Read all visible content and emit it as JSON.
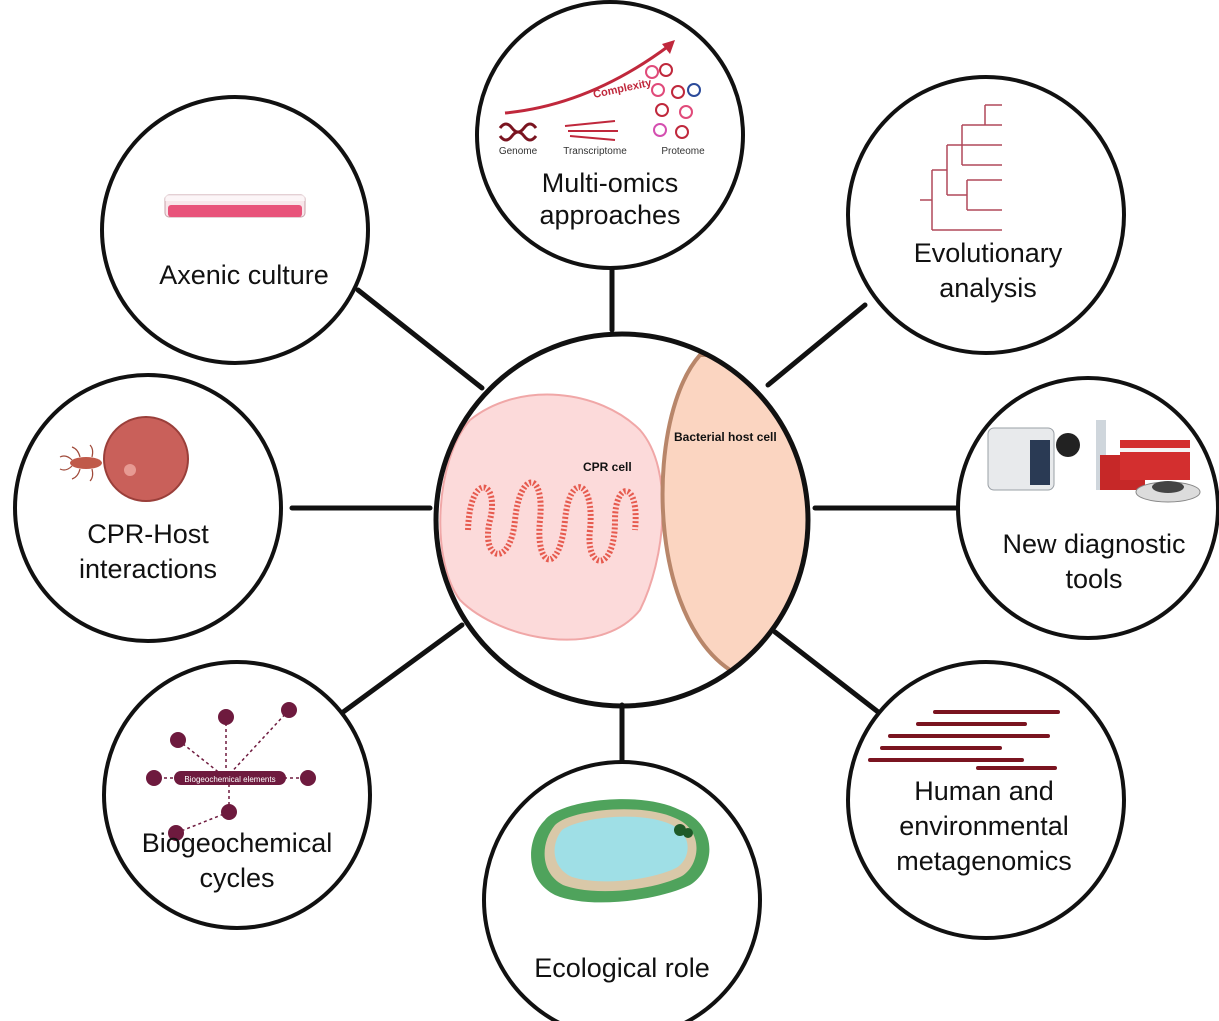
{
  "center": {
    "cpr_cell_label": "CPR cell",
    "host_cell_label": "Bacterial host cell",
    "colors": {
      "cpr_fill": "#fcdada",
      "host_fill": "#fbd5c1",
      "host_border": "#b8866a"
    }
  },
  "nodes": [
    {
      "id": "multi-omics",
      "lines": [
        "Multi-omics",
        "approaches"
      ],
      "icon": "omics-complexity-icon",
      "icon_labels": {
        "complexity": "Complexity",
        "genome": "Genome",
        "transcriptome": "Transcriptome",
        "proteome": "Proteome"
      }
    },
    {
      "id": "evolutionary",
      "lines": [
        "Evolutionary",
        "analysis"
      ],
      "icon": "phylogenetic-tree-icon"
    },
    {
      "id": "diagnostic",
      "lines": [
        "New diagnostic",
        "tools"
      ],
      "icon": "lab-instruments-icon"
    },
    {
      "id": "metagenomics",
      "lines": [
        "Human and",
        "environmental",
        "metagenomics"
      ],
      "icon": "sequence-reads-icon"
    },
    {
      "id": "ecological",
      "lines": [
        "Ecological role"
      ],
      "icon": "pond-icon"
    },
    {
      "id": "biogeochemical",
      "lines": [
        "Biogeochemical",
        "cycles"
      ],
      "icon": "element-network-icon",
      "icon_labels": {
        "elements": "Biogeochemical elements"
      }
    },
    {
      "id": "cpr-host",
      "lines": [
        "CPR-Host",
        "interactions"
      ],
      "icon": "cell-attachment-icon"
    },
    {
      "id": "axenic",
      "lines": [
        "Axenic culture"
      ],
      "icon": "petri-dish-icon"
    }
  ],
  "colors": {
    "accent": "#c0283c",
    "dark_red": "#7a1420",
    "network": "#6e1a3e",
    "pond_water": "#9fdfe6",
    "pond_green": "#4fa35c"
  }
}
